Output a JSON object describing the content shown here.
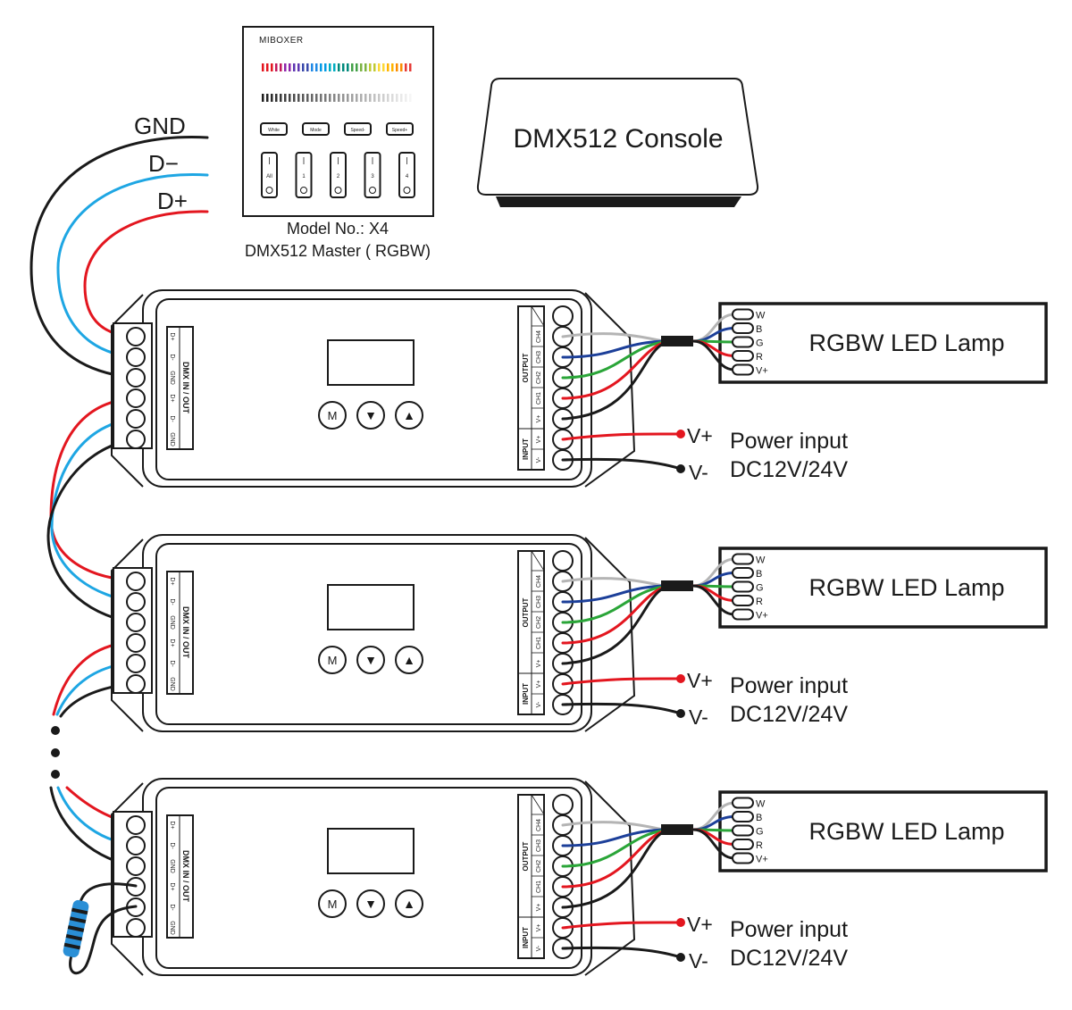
{
  "bus_labels": {
    "gnd": "GND",
    "d_minus": "D−",
    "d_plus": "D+"
  },
  "master": {
    "brand": "MIBOXER",
    "buttons": [
      "White",
      "Mode",
      "Speed-",
      "Speed+"
    ],
    "zones": [
      "All",
      "1",
      "2",
      "3",
      "4"
    ],
    "model": "Model No.: X4",
    "description": "DMX512 Master ( RGBW)"
  },
  "console": {
    "label": "DMX512 Console"
  },
  "decoder": {
    "dmx_terminals": [
      "D+",
      "D-",
      "GND",
      "D+",
      "D-",
      "GND"
    ],
    "dmx_title": "DMX  IN / OUT",
    "keys": [
      "M",
      "▼",
      "▲"
    ],
    "output_title": "OUTPUT",
    "output_terminals": [
      "CH4",
      "CH3",
      "CH2",
      "CH1",
      "V+"
    ],
    "input_title": "INPUT",
    "input_terminals": [
      "V+",
      "V-"
    ]
  },
  "units": [
    {
      "lamp_label": "RGBW LED Lamp",
      "lamp_pins": [
        "W",
        "B",
        "G",
        "R",
        "V+"
      ],
      "power_vplus": "V+",
      "power_vminus": "V-",
      "power_label": "Power input",
      "power_spec": "DC12V/24V"
    },
    {
      "lamp_label": "RGBW LED Lamp",
      "lamp_pins": [
        "W",
        "B",
        "G",
        "R",
        "V+"
      ],
      "power_vplus": "V+",
      "power_vminus": "V-",
      "power_label": "Power input",
      "power_spec": "DC12V/24V"
    },
    {
      "lamp_label": "RGBW LED Lamp",
      "lamp_pins": [
        "W",
        "B",
        "G",
        "R",
        "V+"
      ],
      "power_vplus": "V+",
      "power_vminus": "V-",
      "power_label": "Power input",
      "power_spec": "DC12V/24V"
    }
  ],
  "colors": {
    "red": "#e3161f",
    "blue": "#1ea6e3",
    "black": "#1a1a1a",
    "gray": "#b4b4b4",
    "dark_blue": "#1c3f99",
    "green": "#2aa538",
    "resistor": "#2a8fd6"
  }
}
